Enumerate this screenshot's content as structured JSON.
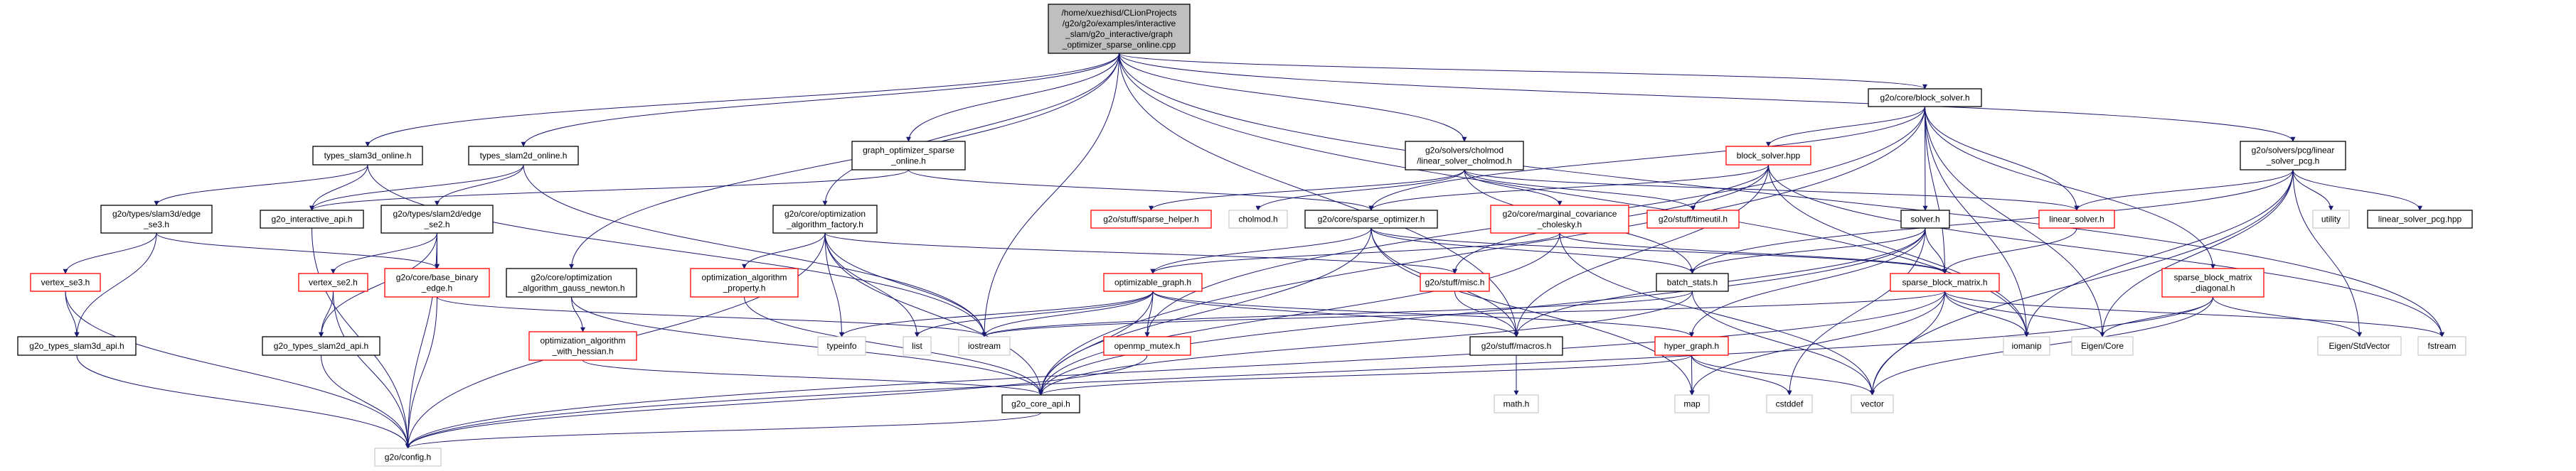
{
  "colors": {
    "edge": "#191970",
    "root_fill": "#bfbfbf",
    "border_normal": "#000000",
    "border_missing": "#ff0000",
    "border_external": "#bfbfbf"
  },
  "nodes": {
    "root": {
      "label": "/home/xuezhisd/CLionProjects\n/g2o/g2o/examples/interactive\n_slam/g2o_interactive/graph\n_optimizer_sparse_online.cpp",
      "kind": "root"
    },
    "types_slam3d_online": {
      "label": "types_slam3d_online.h",
      "kind": "normal"
    },
    "types_slam2d_online": {
      "label": "types_slam2d_online.h",
      "kind": "normal"
    },
    "graph_optimizer_sparse_online": {
      "label": "graph_optimizer_sparse\n_online.h",
      "kind": "normal"
    },
    "optimization_algorithm_factory": {
      "label": "g2o/core/optimization\n_algorithm_factory.h",
      "kind": "normal"
    },
    "linear_solver_cholmod": {
      "label": "g2o/solvers/cholmod\n/linear_solver_cholmod.h",
      "kind": "normal"
    },
    "block_solver_h": {
      "label": "g2o/core/block_solver.h",
      "kind": "normal"
    },
    "linear_solver_pcg": {
      "label": "g2o/solvers/pcg/linear\n_solver_pcg.h",
      "kind": "normal"
    },
    "edge_se3": {
      "label": "g2o/types/slam3d/edge\n_se3.h",
      "kind": "normal"
    },
    "g2o_interactive_api": {
      "label": "g2o_interactive_api.h",
      "kind": "normal"
    },
    "edge_se2": {
      "label": "g2o/types/slam2d/edge\n_se2.h",
      "kind": "normal"
    },
    "sparse_helper": {
      "label": "g2o/stuff/sparse_helper.h",
      "kind": "missing"
    },
    "cholmod": {
      "label": "cholmod.h",
      "kind": "external"
    },
    "sparse_optimizer": {
      "label": "g2o/core/sparse_optimizer.h",
      "kind": "normal"
    },
    "block_solver_hpp": {
      "label": "block_solver.hpp",
      "kind": "missing"
    },
    "marginal_covariance": {
      "label": "g2o/core/marginal_covariance\n_cholesky.h",
      "kind": "missing"
    },
    "timeutil": {
      "label": "g2o/stuff/timeutil.h",
      "kind": "missing"
    },
    "solver_h": {
      "label": "solver.h",
      "kind": "normal"
    },
    "linear_solver_h": {
      "label": "linear_solver.h",
      "kind": "missing"
    },
    "utility": {
      "label": "utility",
      "kind": "external"
    },
    "linear_solver_pcg_hpp": {
      "label": "linear_solver_pcg.hpp",
      "kind": "normal"
    },
    "vertex_se3": {
      "label": "vertex_se3.h",
      "kind": "missing"
    },
    "vertex_se2": {
      "label": "vertex_se2.h",
      "kind": "missing"
    },
    "base_binary_edge": {
      "label": "g2o/core/base_binary\n_edge.h",
      "kind": "missing"
    },
    "gauss_newton": {
      "label": "g2o/core/optimization\n_algorithm_gauss_newton.h",
      "kind": "normal"
    },
    "algorithm_property": {
      "label": "optimization_algorithm\n_property.h",
      "kind": "missing"
    },
    "optimizable_graph": {
      "label": "optimizable_graph.h",
      "kind": "missing"
    },
    "misc": {
      "label": "g2o/stuff/misc.h",
      "kind": "missing"
    },
    "batch_stats": {
      "label": "batch_stats.h",
      "kind": "normal"
    },
    "sparse_block_matrix": {
      "label": "sparse_block_matrix.h",
      "kind": "missing"
    },
    "sparse_block_matrix_diagonal": {
      "label": "sparse_block_matrix\n_diagonal.h",
      "kind": "missing"
    },
    "with_hessian": {
      "label": "optimization_algorithm\n_with_hessian.h",
      "kind": "missing"
    },
    "slam3d_api": {
      "label": "g2o_types_slam3d_api.h",
      "kind": "normal"
    },
    "slam2d_api": {
      "label": "g2o_types_slam2d_api.h",
      "kind": "normal"
    },
    "typeinfo": {
      "label": "typeinfo",
      "kind": "external"
    },
    "list": {
      "label": "list",
      "kind": "external"
    },
    "iostream": {
      "label": "iostream",
      "kind": "external"
    },
    "openmp_mutex": {
      "label": "openmp_mutex.h",
      "kind": "missing"
    },
    "macros": {
      "label": "g2o/stuff/macros.h",
      "kind": "normal"
    },
    "hyper_graph": {
      "label": "hyper_graph.h",
      "kind": "missing"
    },
    "iomanip": {
      "label": "iomanip",
      "kind": "external"
    },
    "eigen_core": {
      "label": "Eigen/Core",
      "kind": "external"
    },
    "eigen_stdvector": {
      "label": "Eigen/StdVector",
      "kind": "external"
    },
    "fstream": {
      "label": "fstream",
      "kind": "external"
    },
    "core_api": {
      "label": "g2o_core_api.h",
      "kind": "normal"
    },
    "math": {
      "label": "math.h",
      "kind": "external"
    },
    "map": {
      "label": "map",
      "kind": "external"
    },
    "cstddef": {
      "label": "cstddef",
      "kind": "external"
    },
    "vector": {
      "label": "vector",
      "kind": "external"
    },
    "config": {
      "label": "g2o/config.h",
      "kind": "external"
    }
  },
  "edges": [
    [
      "root",
      "types_slam3d_online"
    ],
    [
      "root",
      "types_slam2d_online"
    ],
    [
      "root",
      "graph_optimizer_sparse_online"
    ],
    [
      "root",
      "optimization_algorithm_factory"
    ],
    [
      "root",
      "gauss_newton"
    ],
    [
      "root",
      "iostream"
    ],
    [
      "root",
      "linear_solver_cholmod"
    ],
    [
      "root",
      "block_solver_h"
    ],
    [
      "root",
      "linear_solver_pcg"
    ],
    [
      "root",
      "fstream"
    ],
    [
      "root",
      "iomanip"
    ],
    [
      "root",
      "macros"
    ],
    [
      "types_slam3d_online",
      "edge_se3"
    ],
    [
      "types_slam3d_online",
      "g2o_interactive_api"
    ],
    [
      "types_slam3d_online",
      "iostream"
    ],
    [
      "types_slam2d_online",
      "g2o_interactive_api"
    ],
    [
      "types_slam2d_online",
      "edge_se2"
    ],
    [
      "types_slam2d_online",
      "iostream"
    ],
    [
      "graph_optimizer_sparse_online",
      "g2o_interactive_api"
    ],
    [
      "graph_optimizer_sparse_online",
      "sparse_optimizer"
    ],
    [
      "edge_se3",
      "vertex_se3"
    ],
    [
      "edge_se3",
      "slam3d_api"
    ],
    [
      "edge_se3",
      "base_binary_edge"
    ],
    [
      "edge_se2",
      "vertex_se2"
    ],
    [
      "edge_se2",
      "slam2d_api"
    ],
    [
      "edge_se2",
      "base_binary_edge"
    ],
    [
      "edge_se2",
      "config"
    ],
    [
      "vertex_se3",
      "slam3d_api"
    ],
    [
      "vertex_se3",
      "config"
    ],
    [
      "vertex_se2",
      "slam2d_api"
    ],
    [
      "vertex_se2",
      "config"
    ],
    [
      "slam3d_api",
      "config"
    ],
    [
      "slam2d_api",
      "config"
    ],
    [
      "g2o_interactive_api",
      "config"
    ],
    [
      "base_binary_edge",
      "config"
    ],
    [
      "base_binary_edge",
      "iostream"
    ],
    [
      "gauss_newton",
      "with_hessian"
    ],
    [
      "gauss_newton",
      "core_api"
    ],
    [
      "with_hessian",
      "core_api"
    ],
    [
      "optimization_algorithm_factory",
      "algorithm_property"
    ],
    [
      "optimization_algorithm_factory",
      "typeinfo"
    ],
    [
      "optimization_algorithm_factory",
      "list"
    ],
    [
      "optimization_algorithm_factory",
      "iostream"
    ],
    [
      "optimization_algorithm_factory",
      "core_api"
    ],
    [
      "optimization_algorithm_factory",
      "misc"
    ],
    [
      "optimization_algorithm_factory",
      "config"
    ],
    [
      "algorithm_property",
      "core_api"
    ],
    [
      "linear_solver_cholmod",
      "sparse_helper"
    ],
    [
      "linear_solver_cholmod",
      "cholmod"
    ],
    [
      "linear_solver_cholmod",
      "marginal_covariance"
    ],
    [
      "linear_solver_cholmod",
      "timeutil"
    ],
    [
      "linear_solver_cholmod",
      "linear_solver_h"
    ],
    [
      "linear_solver_cholmod",
      "batch_stats"
    ],
    [
      "sparse_optimizer",
      "optimizable_graph"
    ],
    [
      "sparse_optimizer",
      "core_api"
    ],
    [
      "sparse_optimizer",
      "batch_stats"
    ],
    [
      "sparse_optimizer",
      "sparse_block_matrix"
    ],
    [
      "sparse_optimizer",
      "macros"
    ],
    [
      "sparse_optimizer",
      "map"
    ],
    [
      "block_solver_h",
      "block_solver_hpp"
    ],
    [
      "block_solver_h",
      "solver_h"
    ],
    [
      "block_solver_h",
      "linear_solver_h"
    ],
    [
      "block_solver_h",
      "sparse_block_matrix"
    ],
    [
      "block_solver_h",
      "sparse_block_matrix_diagonal"
    ],
    [
      "block_solver_h",
      "eigen_core"
    ],
    [
      "block_solver_h",
      "iomanip"
    ],
    [
      "block_solver_h",
      "openmp_mutex"
    ],
    [
      "block_solver_h",
      "sparse_optimizer"
    ],
    [
      "block_solver_h",
      "core_api"
    ],
    [
      "block_solver_hpp",
      "sparse_optimizer"
    ],
    [
      "block_solver_hpp",
      "timeutil"
    ],
    [
      "block_solver_hpp",
      "macros"
    ],
    [
      "block_solver_hpp",
      "misc"
    ],
    [
      "block_solver_hpp",
      "iomanip"
    ],
    [
      "block_solver_hpp",
      "fstream"
    ],
    [
      "marginal_covariance",
      "optimizable_graph"
    ],
    [
      "marginal_covariance",
      "sparse_block_matrix"
    ],
    [
      "marginal_covariance",
      "vector"
    ],
    [
      "marginal_covariance",
      "core_api"
    ],
    [
      "solver_h",
      "batch_stats"
    ],
    [
      "solver_h",
      "sparse_block_matrix"
    ],
    [
      "solver_h",
      "hyper_graph"
    ],
    [
      "solver_h",
      "cstddef"
    ],
    [
      "solver_h",
      "core_api"
    ],
    [
      "solver_h",
      "macros"
    ],
    [
      "linear_solver_h",
      "sparse_block_matrix"
    ],
    [
      "linear_solver_pcg",
      "linear_solver_h"
    ],
    [
      "linear_solver_pcg",
      "utility"
    ],
    [
      "linear_solver_pcg",
      "linear_solver_pcg_hpp"
    ],
    [
      "linear_solver_pcg",
      "eigen_core"
    ],
    [
      "linear_solver_pcg",
      "eigen_stdvector"
    ],
    [
      "linear_solver_pcg",
      "vector"
    ],
    [
      "linear_solver_pcg",
      "batch_stats"
    ],
    [
      "linear_solver_pcg",
      "iomanip"
    ],
    [
      "optimizable_graph",
      "typeinfo"
    ],
    [
      "optimizable_graph",
      "list"
    ],
    [
      "optimizable_graph",
      "iostream"
    ],
    [
      "optimizable_graph",
      "openmp_mutex"
    ],
    [
      "optimizable_graph",
      "core_api"
    ],
    [
      "optimizable_graph",
      "hyper_graph"
    ],
    [
      "optimizable_graph",
      "macros"
    ],
    [
      "openmp_mutex",
      "config"
    ],
    [
      "misc",
      "macros"
    ],
    [
      "batch_stats",
      "iostream"
    ],
    [
      "batch_stats",
      "vector"
    ],
    [
      "batch_stats",
      "core_api"
    ],
    [
      "sparse_block_matrix",
      "iostream"
    ],
    [
      "sparse_block_matrix",
      "iomanip"
    ],
    [
      "sparse_block_matrix",
      "eigen_core"
    ],
    [
      "sparse_block_matrix",
      "fstream"
    ],
    [
      "sparse_block_matrix",
      "map"
    ],
    [
      "sparse_block_matrix",
      "vector"
    ],
    [
      "sparse_block_matrix",
      "config"
    ],
    [
      "sparse_block_matrix_diagonal",
      "eigen_core"
    ],
    [
      "sparse_block_matrix_diagonal",
      "eigen_stdvector"
    ],
    [
      "sparse_block_matrix_diagonal",
      "vector"
    ],
    [
      "sparse_block_matrix_diagonal",
      "config"
    ],
    [
      "macros",
      "math"
    ],
    [
      "hyper_graph",
      "map"
    ],
    [
      "hyper_graph",
      "cstddef"
    ],
    [
      "hyper_graph",
      "vector"
    ],
    [
      "hyper_graph",
      "core_api"
    ],
    [
      "core_api",
      "config"
    ]
  ]
}
